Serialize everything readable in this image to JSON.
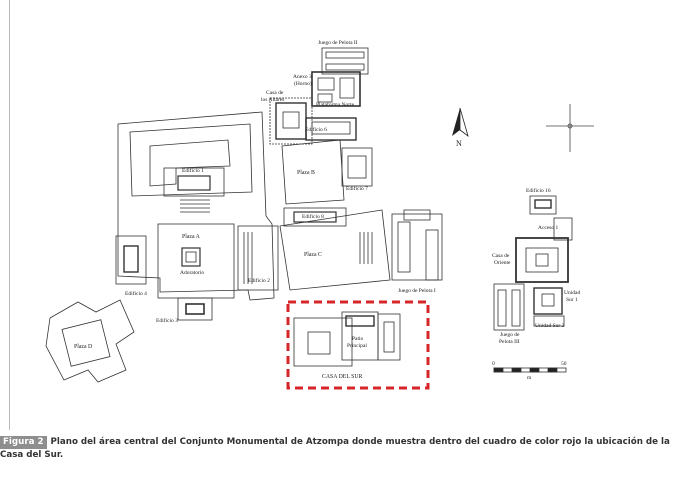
{
  "labels": {
    "juego_pelota_ii": "Juego de Pelota II",
    "anexo_3": "Anexo 3",
    "horno": "(Horno)",
    "casa_de": "Casa de",
    "los_altares": "los Altares",
    "plataforma_norte": "Plataforma Norte",
    "edificio_6": "Edificio 6",
    "edificio_1": "Edificio 1",
    "plaza_b": "Plaza B",
    "edificio_7": "Edificio 7",
    "edificio_8": "Edificio 8",
    "plaza_a": "Plaza A",
    "adoratorio": "Adoratorio",
    "plaza_c": "Plaza C",
    "edificio_2": "Edificio 2",
    "edificio_4": "Edificio 4",
    "juego_pelota_i": "Juego de Pelota I",
    "edificio_3": "Edificio 3",
    "plaza_d": "Plaza D",
    "patio": "Patio",
    "principal": "Principal",
    "casa_del_sur": "CASA DEL SUR",
    "edificio_16": "Edificio 16",
    "acceso_1": "Acceso 1",
    "casa_de_oriente_1": "Casa de",
    "casa_de_oriente_2": "Oriente",
    "unidad_sur_1a": "Unidad",
    "unidad_sur_1b": "Sur 1",
    "juego_pelota_iii_a": "Juego de",
    "juego_pelota_iii_b": "Pelota III",
    "unidad_sur_2": "Unidad Sur 2",
    "north": "N",
    "scale_0": "0",
    "scale_50": "50",
    "scale_unit": "m"
  },
  "caption": {
    "tag": "Figura 2",
    "text": "Plano del área central del Conjunto Monumental de Atzompa donde muestra dentro del cuadro de color rojo la ubicación de la Casa del Sur."
  },
  "colors": {
    "highlight": "#d7262a",
    "ink": "#222222"
  }
}
